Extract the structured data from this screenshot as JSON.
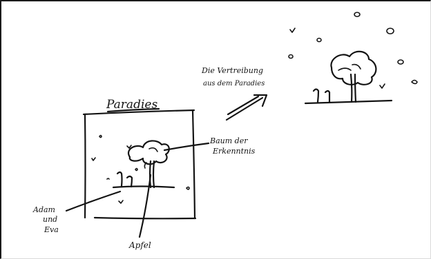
{
  "labels": {
    "paradise_title": "Paradies",
    "tree_line1": "Baum der",
    "tree_line2": "Erkenntnis",
    "adam_line1": "Adam",
    "adam_line2": "und",
    "adam_line3": "Eva",
    "apple": "Apfel",
    "expulsion_line1": "Die Vertreibung",
    "expulsion_line2": "aus dem Paradies"
  },
  "colors": {
    "ink": "#141414",
    "paper": "#ffffff",
    "frame": "#1a1a1a"
  }
}
